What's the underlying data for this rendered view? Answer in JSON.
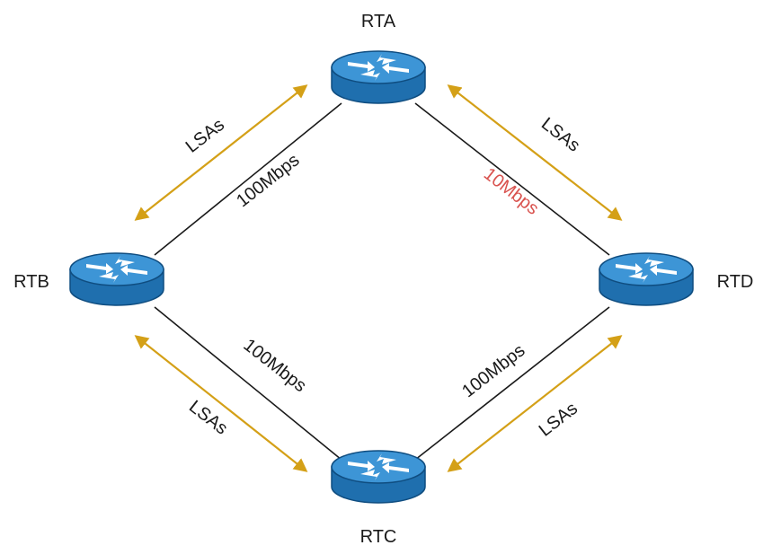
{
  "colors": {
    "router_top": "#3d95d6",
    "router_side": "#1f6fae",
    "router_edge": "#0f4d80",
    "arrow": "#d4a017",
    "link": "#1a1a1a",
    "slow_link_label": "#d9534f",
    "background": "#ffffff"
  },
  "routers": {
    "rta": {
      "name": "RTA",
      "icon": "router-icon"
    },
    "rtb": {
      "name": "RTB",
      "icon": "router-icon"
    },
    "rtc": {
      "name": "RTC",
      "icon": "router-icon"
    },
    "rtd": {
      "name": "RTD",
      "icon": "router-icon"
    }
  },
  "links": {
    "ab": {
      "from": "RTA",
      "to": "RTB",
      "bandwidth": "100Mbps"
    },
    "ad": {
      "from": "RTA",
      "to": "RTD",
      "bandwidth": "10Mbps"
    },
    "bc": {
      "from": "RTB",
      "to": "RTC",
      "bandwidth": "100Mbps"
    },
    "cd": {
      "from": "RTC",
      "to": "RTD",
      "bandwidth": "100Mbps"
    }
  },
  "flows": {
    "ab": {
      "label": "LSAs"
    },
    "ad": {
      "label": "LSAs"
    },
    "bc": {
      "label": "LSAs"
    },
    "cd": {
      "label": "LSAs"
    }
  }
}
